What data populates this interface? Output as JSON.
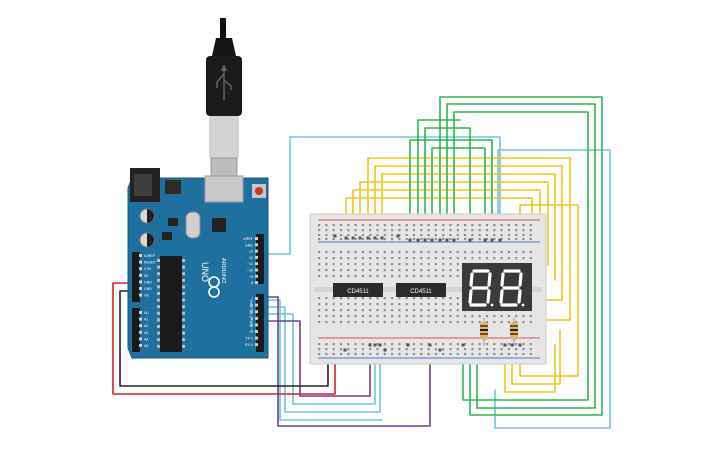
{
  "arduino": {
    "brand": "ARDUINO",
    "model": "UNO",
    "digital_label": "DIGITAL (PWM ~)",
    "power_pins": [
      "IOREF",
      "RESET",
      "3.3V",
      "5V",
      "GND",
      "GND",
      "Vin"
    ],
    "analog_pins": [
      "A0",
      "A1",
      "A2",
      "A3",
      "A4",
      "A5"
    ],
    "top_pins": [
      "AREF",
      "GND",
      "13",
      "12",
      "~11",
      "~10",
      "~9",
      "8"
    ],
    "bottom_pins": [
      "7",
      "~6",
      "~5",
      "4",
      "~3",
      "2",
      "TX 1",
      "RX 0"
    ]
  },
  "chips": [
    {
      "label": "CD4511"
    },
    {
      "label": "CD4511"
    }
  ],
  "display": {
    "digits": [
      "8.",
      "8."
    ]
  },
  "colors": {
    "board": "#1f6f9f",
    "breadboard": "#e6e6e6",
    "wire_green": "#2db84a",
    "wire_yellow": "#f0c419",
    "wire_cyan": "#6fc7d6",
    "wire_red": "#d81f26",
    "wire_black": "#222222",
    "wire_purple": "#6b3fa0",
    "display_body": "#3a3a3a",
    "segment": "#ffffff"
  }
}
